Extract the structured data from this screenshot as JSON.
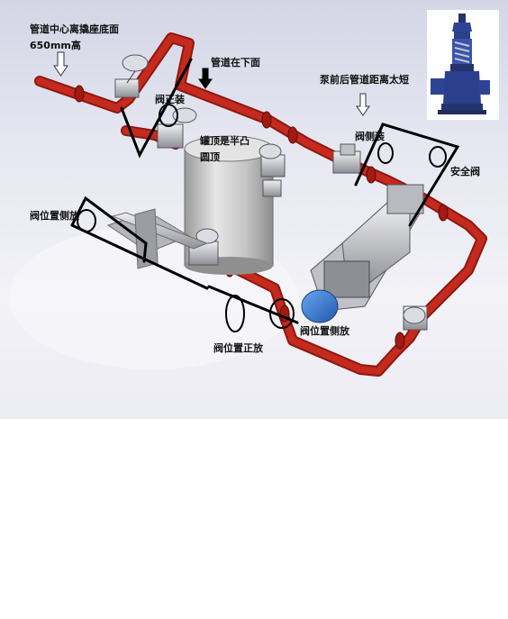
{
  "labels": {
    "pipe_center_height_line1": "管道中心离撬座底面",
    "pipe_center_height_line2": "650mm高",
    "pipe_below": "管道在下面",
    "pump_outlet_pipe_short": "泵前后管道距离太短",
    "valve_upright": "阀正装",
    "tank_top_line1": "罐顶是半凸",
    "tank_top_line2": "圆顶",
    "valve_side_mount": "阀侧装",
    "safety_valve": "安全阀",
    "valve_side_place_left": "阀位置侧放",
    "valve_side_place_right": "阀位置侧放",
    "valve_upright_place": "阀位置正放"
  },
  "colors": {
    "pipe": "#b01e14",
    "pipe_highlight": "#d9463a",
    "valve_body": "#c9cbd0",
    "tank": "#c8c8c8",
    "motor": "#3e7fd6",
    "safety_valve_body": "#2b3f8c",
    "annotation": "#000000"
  }
}
